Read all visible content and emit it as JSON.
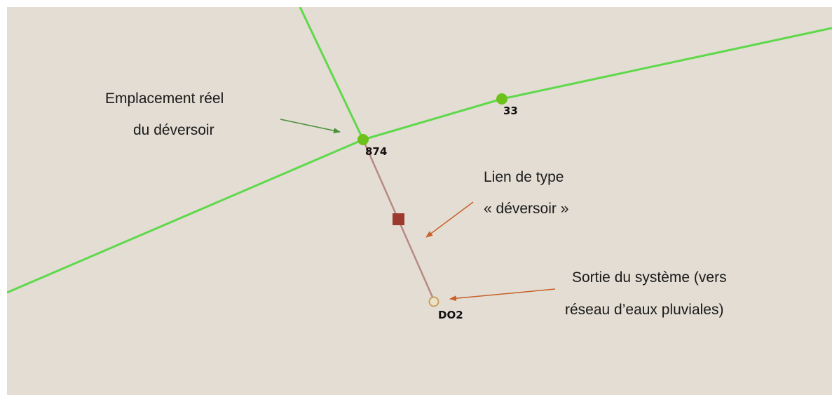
{
  "map": {
    "background_color": "#e3ddd3",
    "pipe_color": "#5fd94b",
    "node_color": "#6cc21a",
    "weir_link_color": "#b78a84",
    "weir_marker_color": "#9c3a30",
    "outfall_color": "#c9a060"
  },
  "nodes": {
    "n874": {
      "label": "874"
    },
    "n33": {
      "label": "33"
    },
    "do2": {
      "label": "DO2"
    }
  },
  "annotations": {
    "real_location": {
      "line1": "Emplacement réel",
      "line2": "du déversoir",
      "arrow_color": "#4a8f3a"
    },
    "weir_link": {
      "line1": "Lien de type",
      "line2": "« déversoir »",
      "arrow_color": "#c8602a"
    },
    "system_outlet": {
      "line1": "Sortie du système (vers",
      "line2": "réseau d’eaux pluviales)",
      "arrow_color": "#c8602a"
    }
  }
}
